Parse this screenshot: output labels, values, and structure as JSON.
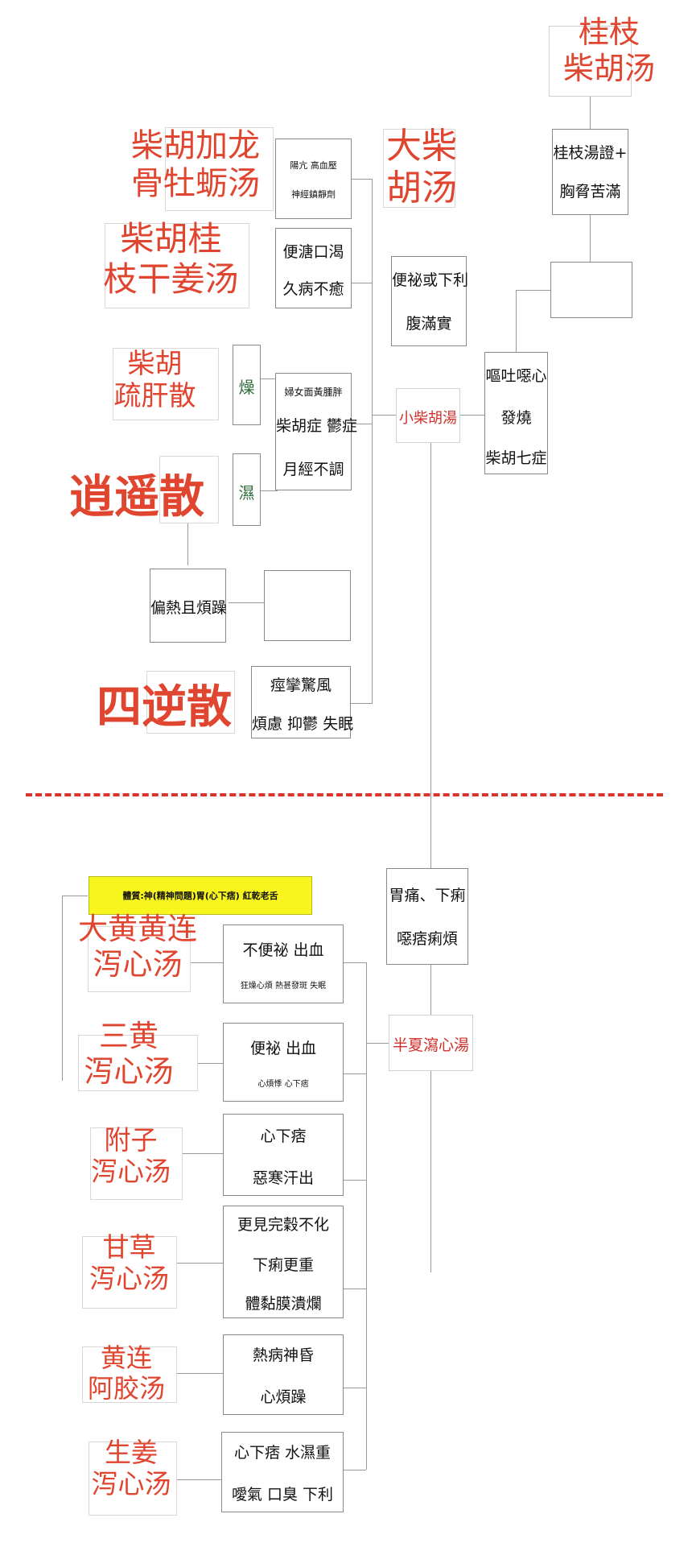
{
  "colors": {
    "formula_title": "#e0452f",
    "divider": "#d9352a",
    "highlight": "#f7f41e",
    "side_label": "#2f6b3a"
  },
  "top": {
    "guizhi_chaihu": {
      "line1": "桂枝",
      "line2": "柴胡汤"
    },
    "guizhi_box": {
      "line1": "桂枝湯證+",
      "line2": "胸脅苦滿"
    },
    "chaihu_longgu": {
      "line1": "柴胡加龙",
      "line2": "骨牡蛎汤"
    },
    "chaihu_longgu_box": {
      "line1": "陽亢 高血壓",
      "line2": "神經鎮靜劑"
    },
    "da_chaihu": {
      "line1": "大柴",
      "line2": "胡汤"
    },
    "chaihu_guizhi_ganjiang": {
      "line1": "柴胡桂",
      "line2": "枝干姜汤"
    },
    "chaihu_guizhi_box": {
      "line1": "便溏口渴",
      "line2": "久病不癒"
    },
    "da_chaihu_box": {
      "line1": "便祕或下利",
      "line2": "腹滿實"
    },
    "chaihu_shugan": {
      "line1": "柴胡",
      "line2": "疏肝散"
    },
    "dry_label": "燥",
    "damp_label": "濕",
    "women_box": {
      "line1": "婦女面黃腫胖",
      "line2": "柴胡症 鬱症",
      "line3": "月經不調"
    },
    "xiao_chaihu": "小柴胡湯",
    "xiao_chaihu_box": {
      "line1": "嘔吐噁心",
      "line2": "發燒",
      "line3": "柴胡七症"
    },
    "xiaoyao": "逍遥散",
    "xiaoyao_box": "偏熱且煩躁",
    "sini": "四逆散",
    "sini_box": {
      "line1": "痙攣驚風",
      "line2": "煩慮 抑鬱 失眠"
    }
  },
  "bottom": {
    "constitution_banner": "體質:神(精神問題)胃(心下痞) 紅乾老舌",
    "banxia_box": {
      "line1": "胃痛、下痢",
      "line2": "噁痞痢煩"
    },
    "banxia": "半夏瀉心湯",
    "dahuang_huanglian": {
      "line1": "大黄黄连",
      "line2": "泻心汤"
    },
    "dahuang_box": {
      "line1": "不便祕 出血",
      "line2": "狂燥心煩 熱甚發斑 失眠"
    },
    "sanhuang": {
      "line1": "三黄",
      "line2": "泻心汤"
    },
    "sanhuang_box": {
      "line1": "便祕 出血",
      "line2": "心煩悸 心下痞"
    },
    "fuzi": {
      "line1": "附子",
      "line2": "泻心汤"
    },
    "fuzi_box": {
      "line1": "心下痞",
      "line2": "惡寒汗出"
    },
    "gancao": {
      "line1": "甘草",
      "line2": "泻心汤"
    },
    "gancao_box": {
      "line1": "更見完穀不化",
      "line2": "下痢更重",
      "line3": "體黏膜潰爛"
    },
    "huanglian_ejiao": {
      "line1": "黄连",
      "line2": "阿胶汤"
    },
    "huanglian_box": {
      "line1": "熱病神昏",
      "line2": "心煩躁"
    },
    "shengjiang": {
      "line1": "生姜",
      "line2": "泻心汤"
    },
    "shengjiang_box": {
      "line1": "心下痞 水濕重",
      "line2": "噯氣 口臭 下利"
    }
  }
}
